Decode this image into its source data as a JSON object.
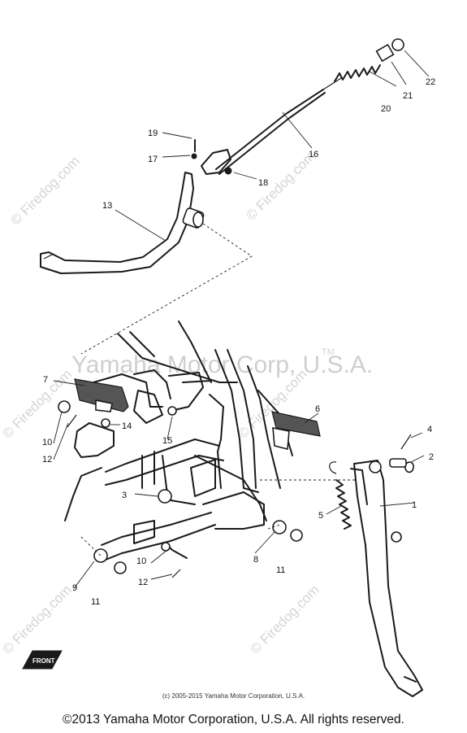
{
  "watermark": {
    "brand": "© Firedog.com",
    "center": "Yamaha Motor Corp, U.S.A.",
    "tm": "TM"
  },
  "callouts": [
    "1",
    "2",
    "3",
    "4",
    "5",
    "6",
    "7",
    "8",
    "9",
    "10",
    "11",
    "12",
    "13",
    "14",
    "15",
    "16",
    "17",
    "18",
    "19",
    "20",
    "21",
    "22",
    "10",
    "11",
    "12"
  ],
  "front_marker": "FRONT",
  "small_copyright": "(c) 2005-2015 Yamaha Motor Corporation, U.S.A.",
  "footer_copyright": "©2013 Yamaha Motor Corporation, U.S.A. All rights reserved."
}
